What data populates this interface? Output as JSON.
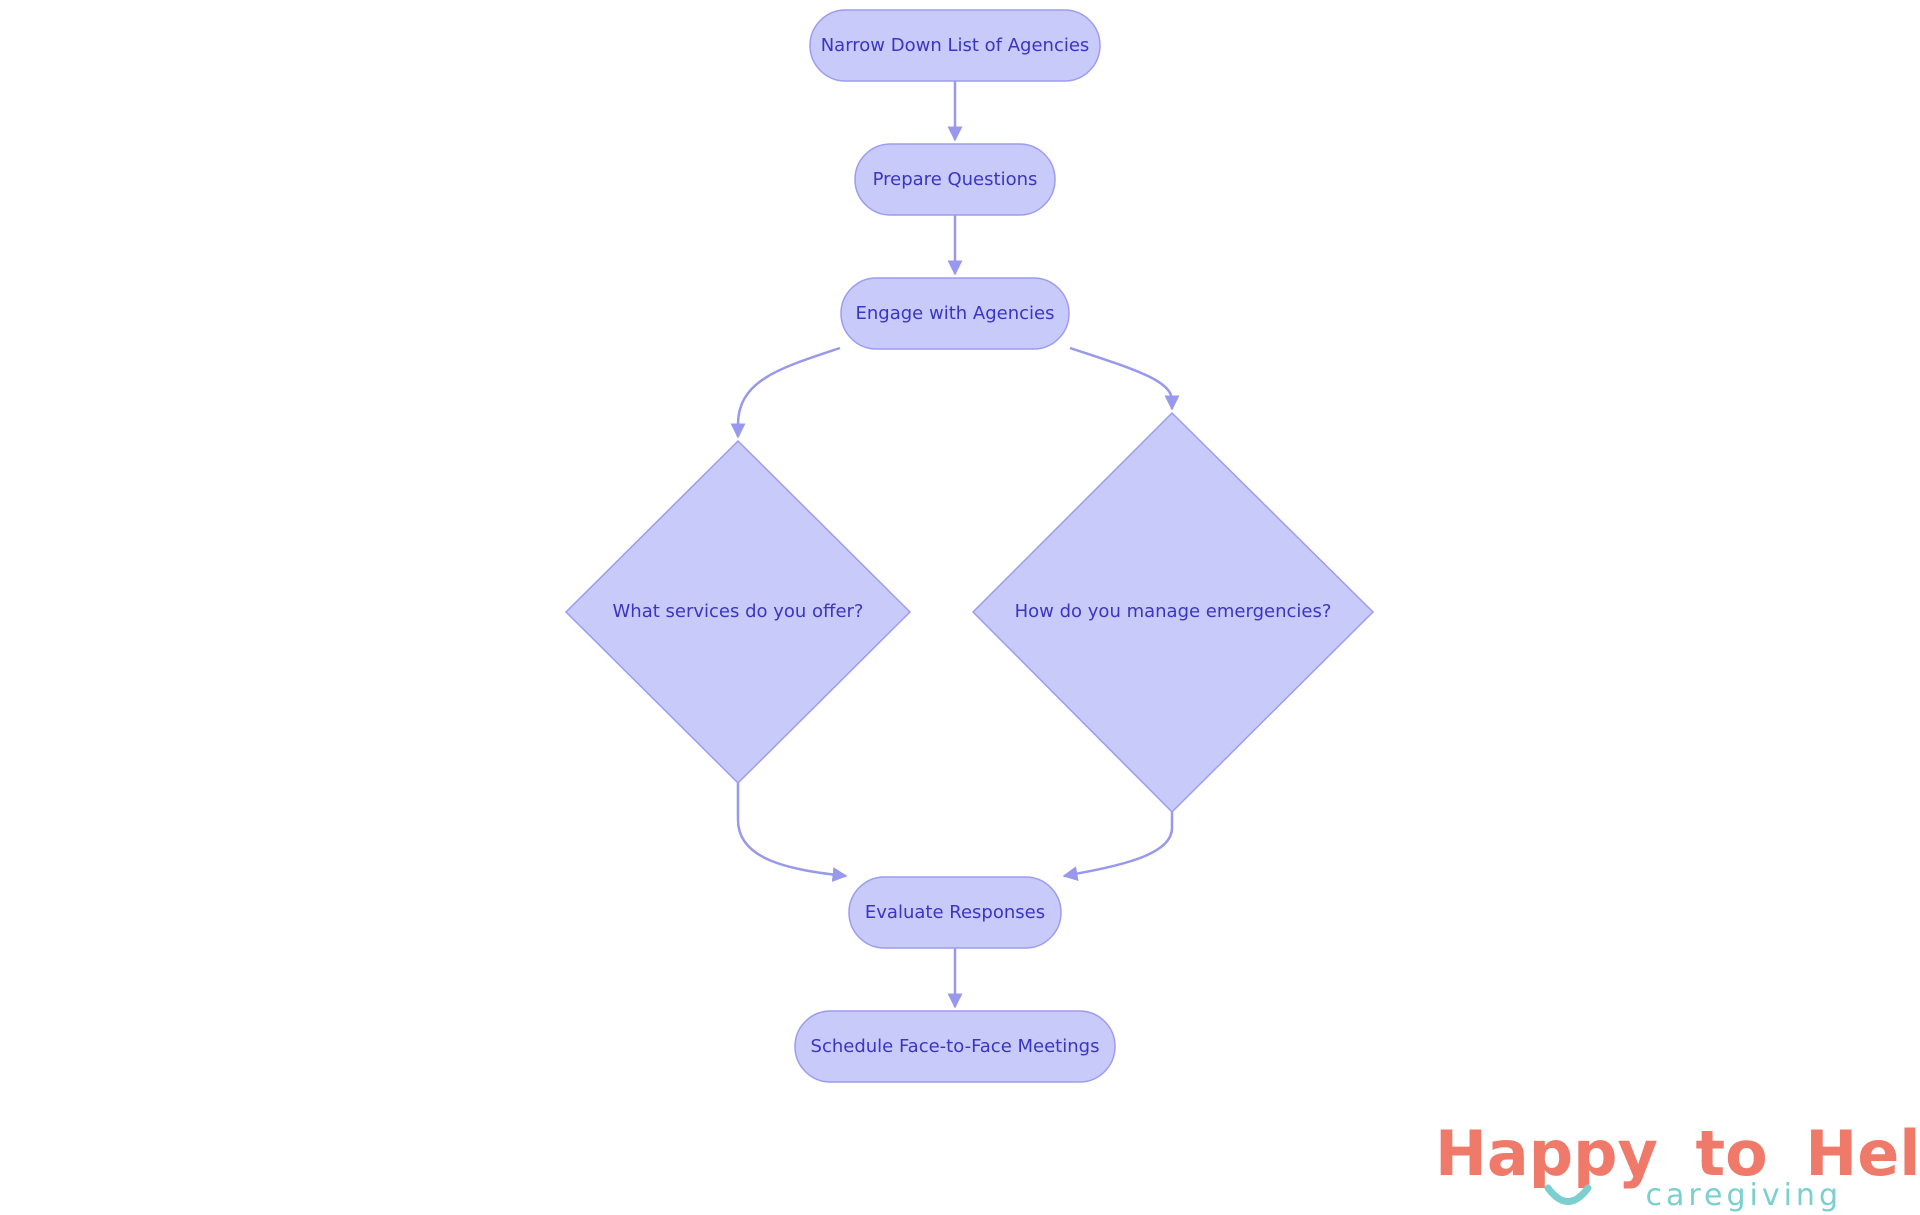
{
  "diagram": {
    "nodes": [
      {
        "id": "n1",
        "label": "Narrow Down List of Agencies",
        "shape": "pill"
      },
      {
        "id": "n2",
        "label": "Prepare Questions",
        "shape": "pill"
      },
      {
        "id": "n3",
        "label": "Engage with Agencies",
        "shape": "pill"
      },
      {
        "id": "n4",
        "label": "What services do you offer?",
        "shape": "diamond"
      },
      {
        "id": "n5",
        "label": "How do you manage emergencies?",
        "shape": "diamond"
      },
      {
        "id": "n6",
        "label": "Evaluate Responses",
        "shape": "pill"
      },
      {
        "id": "n7",
        "label": "Schedule Face-to-Face Meetings",
        "shape": "pill"
      }
    ],
    "edges": [
      {
        "from": "n1",
        "to": "n2"
      },
      {
        "from": "n2",
        "to": "n3"
      },
      {
        "from": "n3",
        "to": "n4"
      },
      {
        "from": "n3",
        "to": "n5"
      },
      {
        "from": "n4",
        "to": "n6"
      },
      {
        "from": "n5",
        "to": "n6"
      },
      {
        "from": "n6",
        "to": "n7"
      }
    ],
    "colors": {
      "node_fill": "#c8caf9",
      "node_stroke": "#9c9cf0",
      "edge": "#9898ec",
      "text": "#3a35c2"
    }
  },
  "logo": {
    "word1": "Happy",
    "word2": "to",
    "word3": "Help",
    "subtitle": "caregiving",
    "colors": {
      "coral": "#f07a6a",
      "teal": "#7ccfcf"
    }
  }
}
